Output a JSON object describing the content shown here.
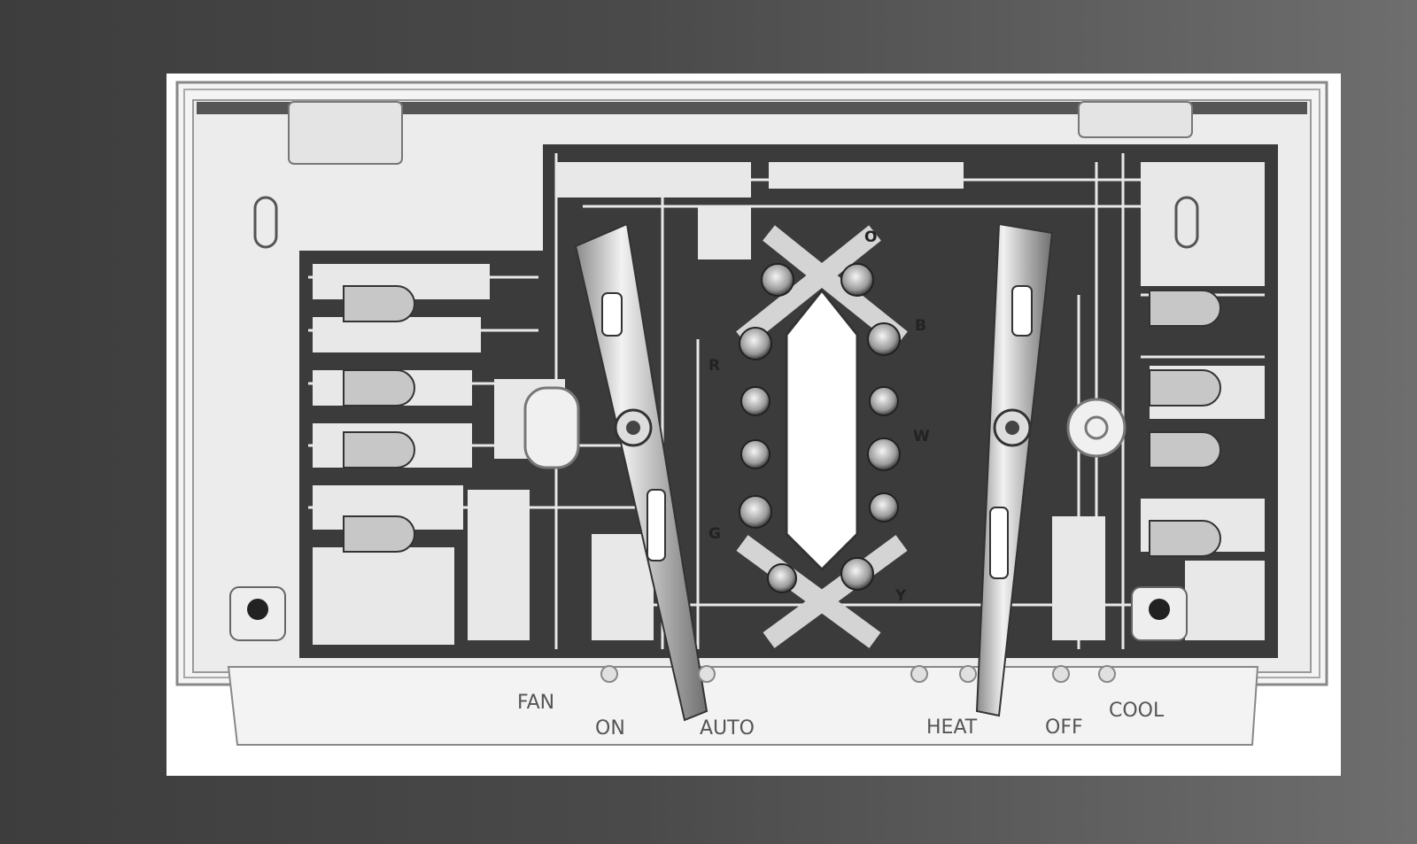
{
  "photo": {
    "subject": "thermostat subbase circuit board",
    "labels": {
      "fan": "FAN",
      "on": "ON",
      "auto": "AUTO",
      "heat": "HEAT",
      "off": "OFF",
      "cool": "COOL"
    },
    "terminals": {
      "o": "O",
      "b": "B",
      "r": "R",
      "w": "W",
      "g": "G",
      "y": "Y"
    }
  }
}
